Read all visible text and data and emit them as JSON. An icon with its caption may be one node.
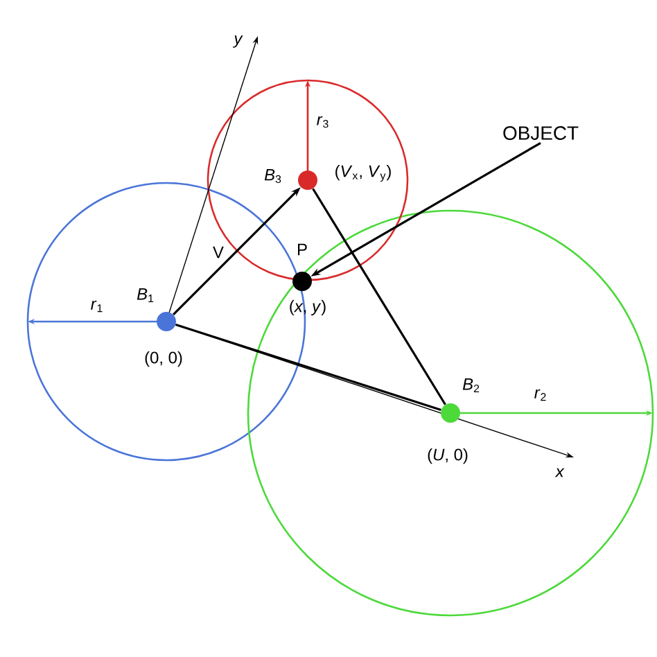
{
  "diagram": {
    "nodes": [
      {
        "text": [
          "*B*$_{1}$"
        ],
        "beside": [
          "(0, 0)"
        ]
      },
      {
        "text": [
          "*B*$_{2}$"
        ],
        "beside": [
          "(*U*, 0)"
        ]
      },
      {
        "text": [
          "*B*$_{3}$"
        ],
        "beside": [
          "(*V*$_{x}$, *V*$_{y}$)"
        ]
      },
      {
        "text": [
          "P"
        ],
        "beside": [
          "(*x*, *y*)"
        ]
      },
      {
        "text": [
          "OBJECT"
        ]
      }
    ],
    "edges": [
      {
        "from": 0,
        "to": 2,
        "arrow": "to",
        "label": "V"
      },
      {
        "from": 0,
        "to": 1,
        "arrow": "none"
      },
      {
        "from": 2,
        "to": 1,
        "arrow": "none"
      },
      {
        "from": 4,
        "to": 3,
        "arrow": "to"
      }
    ],
    "labels": [
      "*y*",
      "*r*$_{3}$",
      "*r*$_{1}$",
      "*r*$_{2}$",
      "*x*"
    ]
  }
}
